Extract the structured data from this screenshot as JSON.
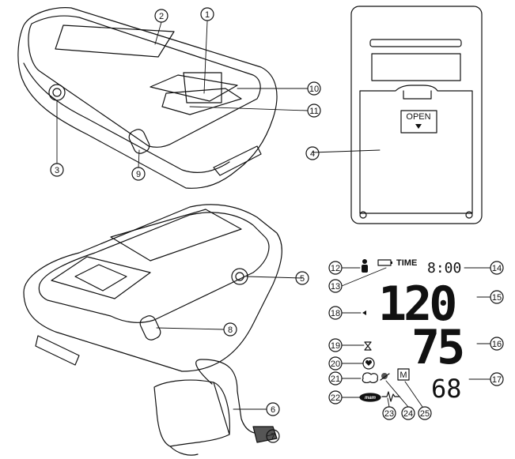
{
  "callouts": [
    {
      "id": "c1",
      "label": "1"
    },
    {
      "id": "c2",
      "label": "2"
    },
    {
      "id": "c3",
      "label": "3"
    },
    {
      "id": "c4",
      "label": "4"
    },
    {
      "id": "c5",
      "label": "5"
    },
    {
      "id": "c6",
      "label": "6"
    },
    {
      "id": "c7",
      "label": "7"
    },
    {
      "id": "c8",
      "label": "8"
    },
    {
      "id": "c9",
      "label": "9"
    },
    {
      "id": "c10",
      "label": "10"
    },
    {
      "id": "c11",
      "label": "11"
    },
    {
      "id": "c12",
      "label": "12"
    },
    {
      "id": "c13",
      "label": "13"
    },
    {
      "id": "c14",
      "label": "14"
    },
    {
      "id": "c15",
      "label": "15"
    },
    {
      "id": "c16",
      "label": "16"
    },
    {
      "id": "c17",
      "label": "17"
    },
    {
      "id": "c18",
      "label": "18"
    },
    {
      "id": "c19",
      "label": "19"
    },
    {
      "id": "c20",
      "label": "20"
    },
    {
      "id": "c21",
      "label": "21"
    },
    {
      "id": "c22",
      "label": "22"
    },
    {
      "id": "c23",
      "label": "23"
    },
    {
      "id": "c24",
      "label": "24"
    },
    {
      "id": "c25",
      "label": "25"
    }
  ],
  "battery_door": {
    "open_label": "OPEN"
  },
  "lcd": {
    "time_label": "TIME",
    "time": "8:00",
    "systolic": "120",
    "diastolic": "75",
    "pulse": "68",
    "memory_label": "M",
    "mam_label": "mam"
  }
}
